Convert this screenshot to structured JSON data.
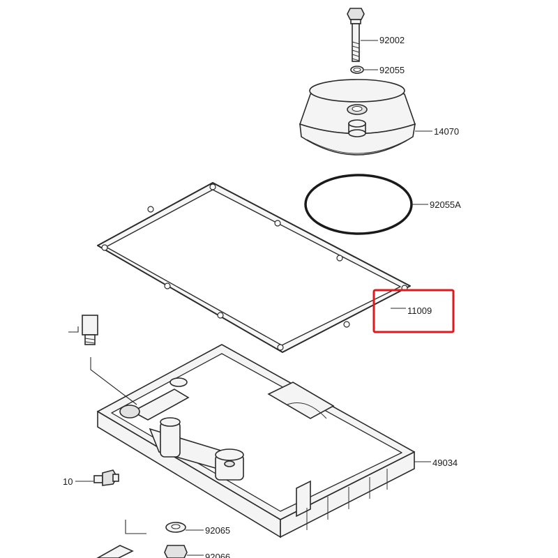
{
  "parts": {
    "bolt": "92002",
    "washer": "92055",
    "cap": "14070",
    "oring": "92055A",
    "gasket": "11009",
    "oil_pan": "49034",
    "sensor": "10",
    "drain_washer": "92065",
    "drain_bolt": "92066"
  },
  "highlight": {
    "color": "#e0191e",
    "target": "11009"
  }
}
